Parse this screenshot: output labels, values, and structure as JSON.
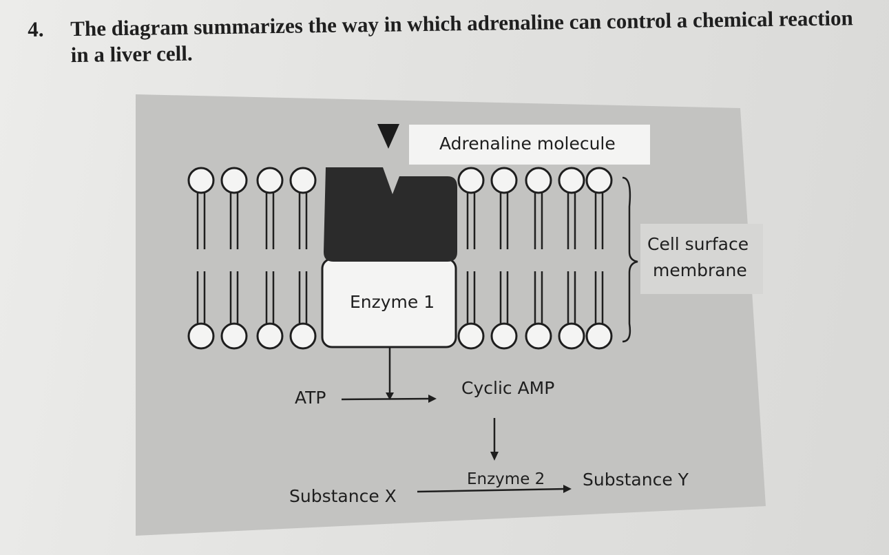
{
  "question": {
    "number": "4.",
    "text": "The diagram summarizes the way in which adrenaline can control a chemical reaction in a liver cell."
  },
  "diagram": {
    "labels": {
      "adrenaline": "Adrenaline molecule",
      "membrane_line1": "Cell surface",
      "membrane_line2": "membrane",
      "enzyme1": "Enzyme 1",
      "atp": "ATP",
      "cyclic_amp": "Cyclic AMP",
      "enzyme2": "Enzyme 2",
      "substance_x": "Substance X",
      "substance_y": "Substance Y"
    },
    "colors": {
      "panel_gray": "#c3c3c1",
      "receptor": "#2b2b2b",
      "ink": "#1e1e1e"
    }
  }
}
